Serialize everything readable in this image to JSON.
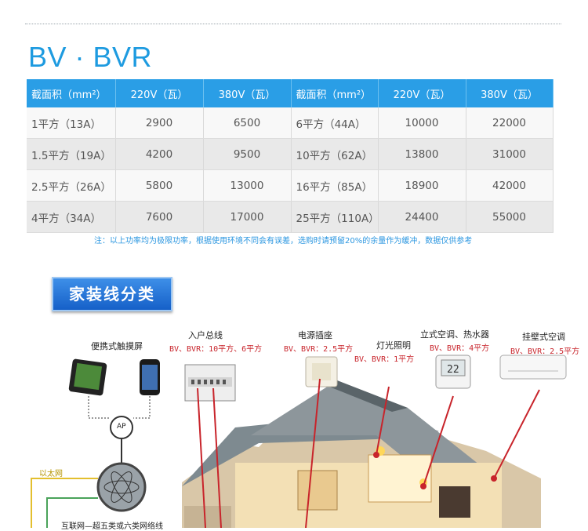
{
  "title": "BV · BVR",
  "table": {
    "headers": [
      "截面积（mm²）",
      "220V（瓦）",
      "380V（瓦）",
      "截面积（mm²）",
      "220V（瓦）",
      "380V（瓦）"
    ],
    "rows": [
      [
        "1平方（13A）",
        "2900",
        "6500",
        "6平方（44A）",
        "10000",
        "22000"
      ],
      [
        "1.5平方（19A）",
        "4200",
        "9500",
        "10平方（62A）",
        "13800",
        "31000"
      ],
      [
        "2.5平方（26A）",
        "5800",
        "13000",
        "16平方（85A）",
        "18900",
        "42000"
      ],
      [
        "4平方（34A）",
        "7600",
        "17000",
        "25平方（110A）",
        "24400",
        "55000"
      ]
    ]
  },
  "note": "注：以上功率均为极限功率，根据使用环境不同会有误差，选购时请预留20%的余量作为缓冲，数据仅供参考",
  "section_title": "家装线分类",
  "diagram": {
    "touchscreen_label": "便携式触摸屏",
    "entry_label": "入户总线",
    "entry_spec": "BV、BVR：10平方、6平方",
    "socket_label": "电源插座",
    "socket_spec": "BV、BVR：2.5平方",
    "lighting_label": "灯光照明",
    "lighting_spec": "BV、BVR：1平方",
    "floor_ac_label": "立式空调、热水器",
    "floor_ac_spec": "BV、BVR：4平方",
    "wall_ac_label": "挂壁式空调",
    "wall_ac_spec": "BV、BVR：2.5平方",
    "ap_label": "AP",
    "ethernet_label": "以太网",
    "internet_label": "互联网—超五类或六类网络线",
    "thermostat_display": "22"
  }
}
